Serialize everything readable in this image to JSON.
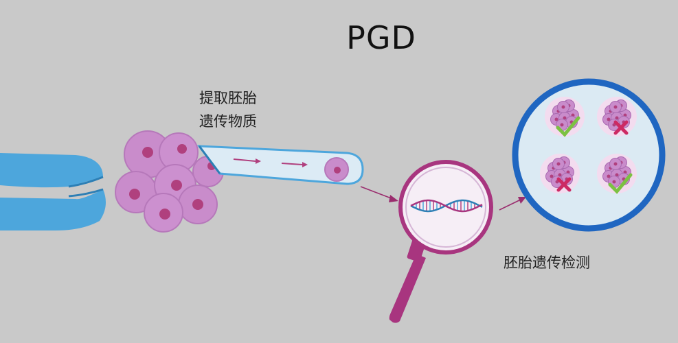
{
  "title": "PGD",
  "labels": {
    "extract_line1": "提取胚胎",
    "extract_line2": "遗传物质",
    "testing": "胚胎遗传检测"
  },
  "results": [
    "pass",
    "fail",
    "fail",
    "pass"
  ],
  "colors": {
    "background": "#c9c9c9",
    "tube_blue": "#4da6dc",
    "cell_pink": "#c98ccb",
    "nucleus": "#b0407e",
    "magnifier": "#a8357f",
    "dish_blue": "#1f66c1",
    "check_green": "#7cc142",
    "cross_red": "#cc2a63",
    "arrow": "#9a2d6e"
  }
}
